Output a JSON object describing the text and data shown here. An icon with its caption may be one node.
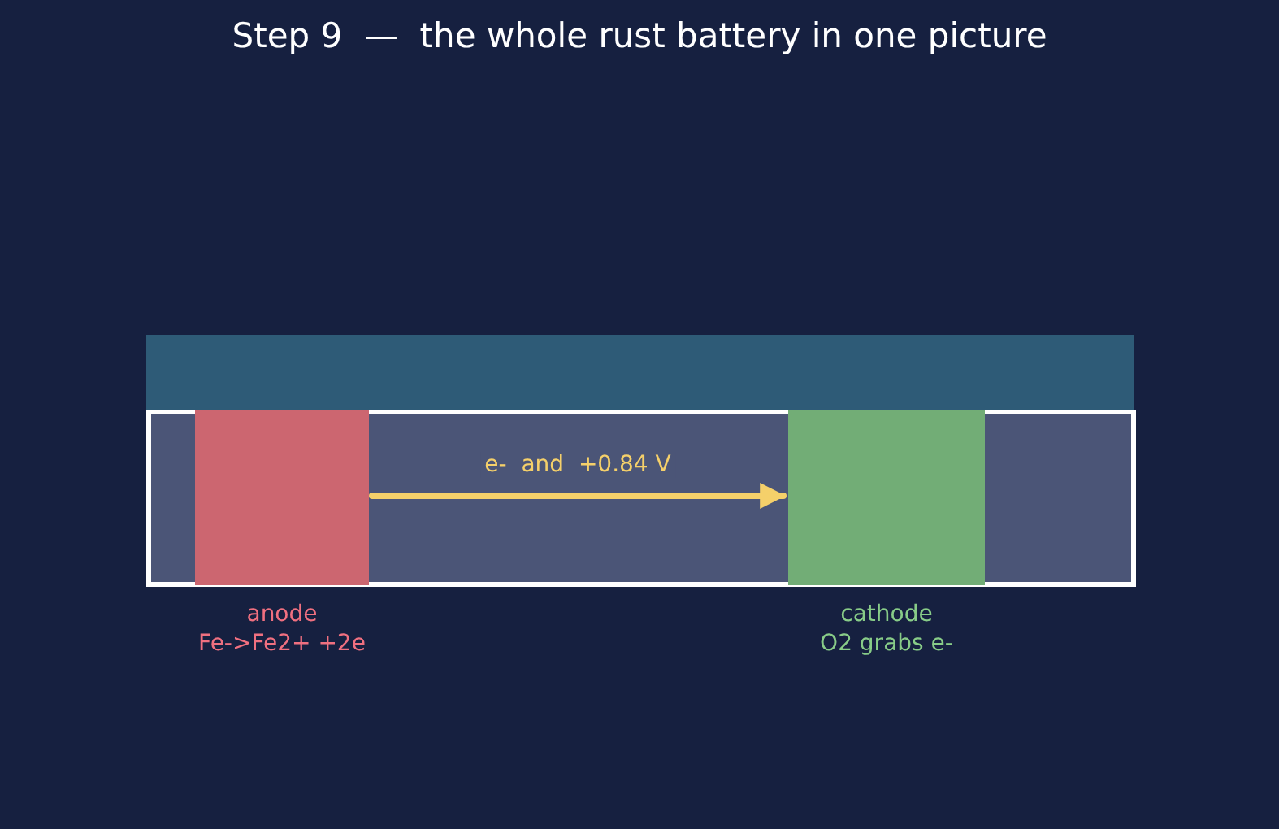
{
  "diagram": {
    "title": "Step 9  —  the whole rust battery in one picture",
    "nodes": [
      {
        "text": [],
        "shape": "bar"
      },
      {
        "text": [],
        "shape": "box"
      },
      {
        "text": [
          "anode",
          "Fe->Fe2+ +2e"
        ],
        "in": 1
      },
      {
        "text": [
          "cathode",
          "O2 grabs e-"
        ],
        "in": 1
      }
    ],
    "edges": [
      {
        "from": 2,
        "to": 3,
        "arrow": "to",
        "label": "e-  and  +0.84 V"
      }
    ]
  }
}
